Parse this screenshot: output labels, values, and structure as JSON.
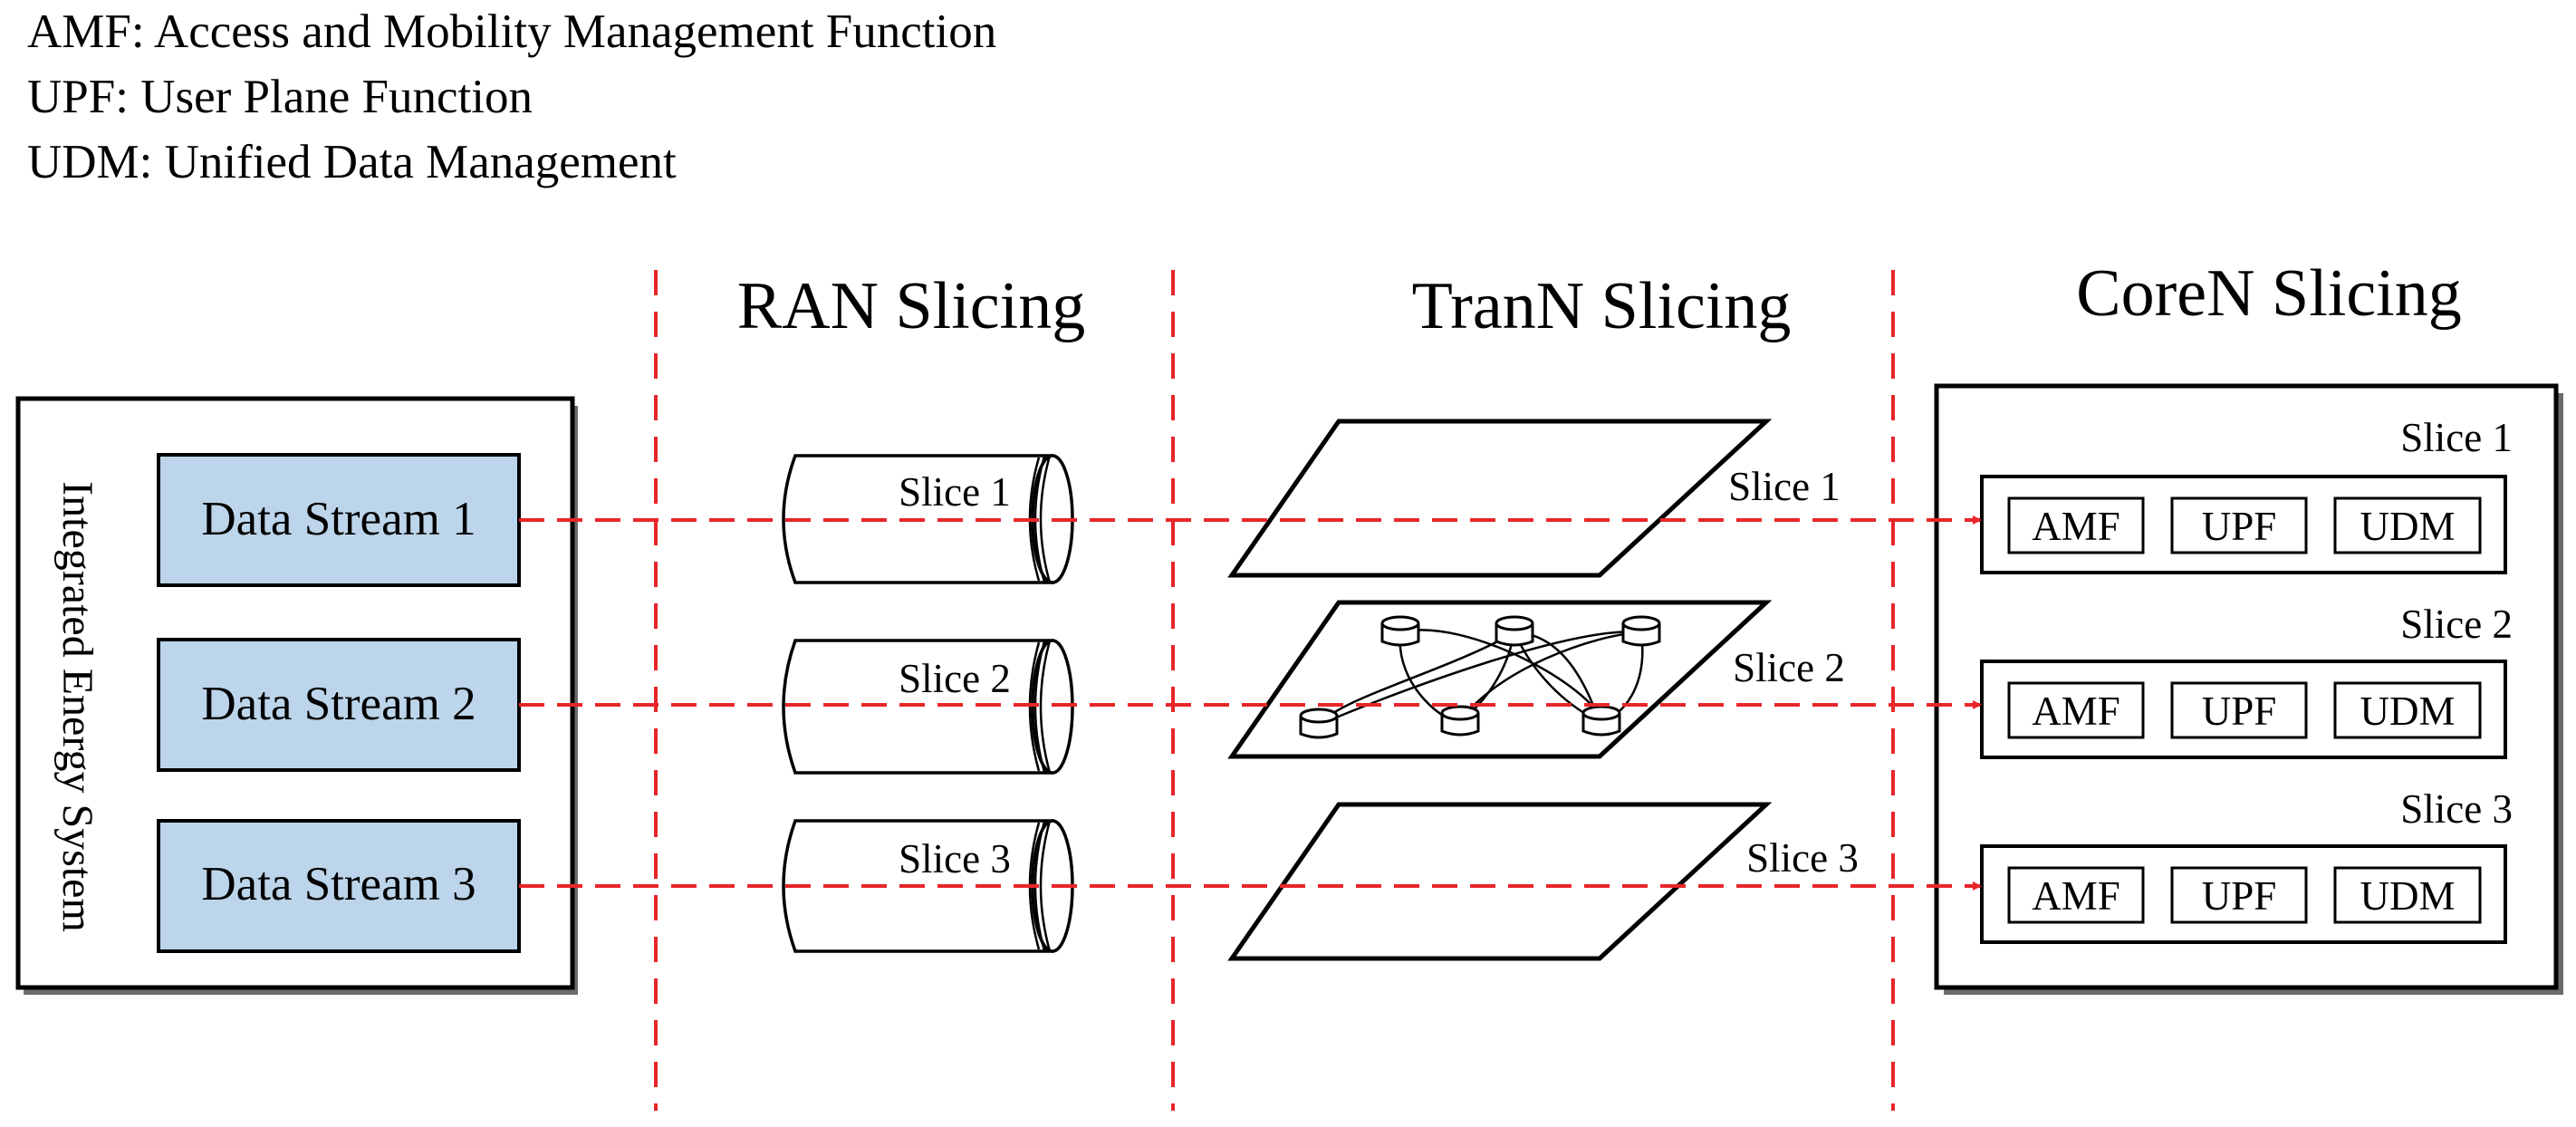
{
  "legend": [
    "AMF: Access and Mobility Management Function",
    "UPF: User Plane Function",
    "UDM: Unified Data Management"
  ],
  "headings": {
    "ran": "RAN Slicing",
    "tran": "TranN Slicing",
    "core": "CoreN Slicing"
  },
  "system": {
    "label": "Integrated Energy System",
    "streams": [
      "Data Stream 1",
      "Data Stream 2",
      "Data Stream 3"
    ]
  },
  "ran": {
    "slices": [
      "Slice 1",
      "Slice 2",
      "Slice 3"
    ]
  },
  "tran": {
    "slices": [
      "Slice 1",
      "Slice 2",
      "Slice 3"
    ]
  },
  "core": {
    "slices": [
      {
        "label": "Slice 1",
        "functions": [
          "AMF",
          "UPF",
          "UDM"
        ]
      },
      {
        "label": "Slice 2",
        "functions": [
          "AMF",
          "UPF",
          "UDM"
        ]
      },
      {
        "label": "Slice 3",
        "functions": [
          "AMF",
          "UPF",
          "UDM"
        ]
      }
    ]
  },
  "colors": {
    "stream_fill": "#bcd5ea",
    "flow_red": "#e8262a",
    "ink": "#000000"
  }
}
